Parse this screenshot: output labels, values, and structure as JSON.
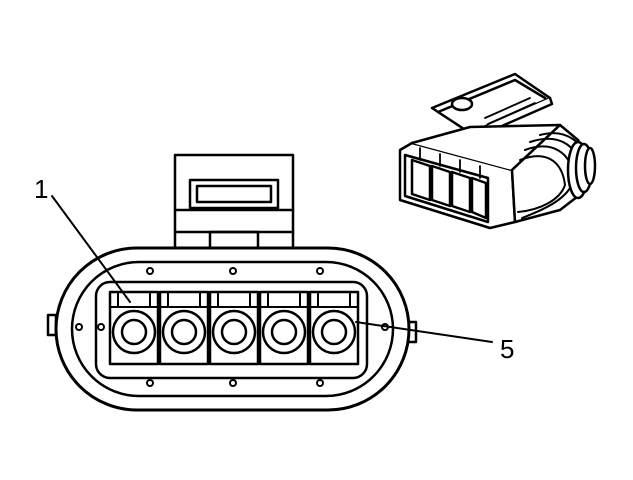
{
  "diagram": {
    "callouts": {
      "pin_1": "1",
      "pin_5": "5"
    },
    "pin_count": 5
  }
}
